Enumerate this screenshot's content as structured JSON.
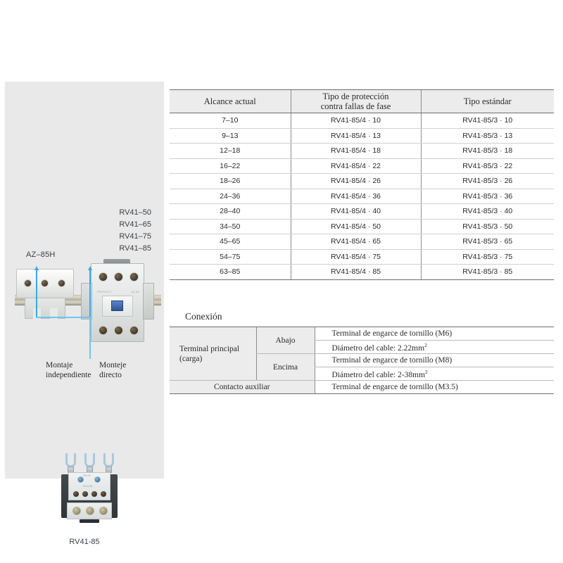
{
  "photo_panel": {
    "labels": {
      "contactor_model": "AZ–85H",
      "relay_models": [
        "RV41–50",
        "RV41–65",
        "RV41–75",
        "RV41–85"
      ],
      "bottom_caption": "RV41-85"
    },
    "annotations": {
      "independent_mount_line1": "Montaje",
      "independent_mount_line2": "independiente",
      "direct_mount_line1": "Monteje",
      "direct_mount_line2": "directo",
      "callout_color": "#3aa9e8"
    },
    "background_color": "#e9e9e9"
  },
  "spec_table": {
    "headers": [
      "Alcance actual",
      "Tipo de protección\ncontra fallas de fase",
      "Tipo estándar"
    ],
    "header_lines": {
      "col2_line1": "Tipo de protección",
      "col2_line2": "contra fallas de fase"
    },
    "rows": [
      {
        "range": "7–10",
        "phase_fault": "RV41-85/4 · 10",
        "standard": "RV41-85/3 · 10"
      },
      {
        "range": "9–13",
        "phase_fault": "RV41-85/4 · 13",
        "standard": "RV41-85/3 · 13"
      },
      {
        "range": "12–18",
        "phase_fault": "RV41-85/4 · 18",
        "standard": "RV41-85/3 · 18"
      },
      {
        "range": "16–22",
        "phase_fault": "RV41-85/4 · 22",
        "standard": "RV41-85/3 · 22"
      },
      {
        "range": "18–26",
        "phase_fault": "RV41-85/4 · 26",
        "standard": "RV41-85/3 · 26"
      },
      {
        "range": "24–36",
        "phase_fault": "RV41-85/4 · 36",
        "standard": "RV41-85/3 · 36"
      },
      {
        "range": "28–40",
        "phase_fault": "RV41-85/4 · 40",
        "standard": "RV41-85/3 · 40"
      },
      {
        "range": "34–50",
        "phase_fault": "RV41-85/4 · 50",
        "standard": "RV41-85/3 · 50"
      },
      {
        "range": "45–65",
        "phase_fault": "RV41-85/4 · 65",
        "standard": "RV41-85/3 · 65"
      },
      {
        "range": "54–75",
        "phase_fault": "RV41-85/4 · 75",
        "standard": "RV41-85/3 · 75"
      },
      {
        "range": "63–85",
        "phase_fault": "RV41-85/4 · 85",
        "standard": "RV41-85/3 · 85"
      }
    ]
  },
  "connection_section": {
    "title": "Conexión",
    "main_terminal_label_line1": "Terminal principal",
    "main_terminal_label_line2": "(carga)",
    "position_below": "Abajo",
    "position_above": "Encima",
    "below_terminal": "Terminal de engarce de tornillo (M6)",
    "below_cable_prefix": "Diámetro del cable: 2.22mm",
    "below_cable_sup": "2",
    "above_terminal": "Terminal de engarce de tornillo (M8)",
    "above_cable_prefix": "Diámetro del cable: 2-38mm",
    "above_cable_sup": "2",
    "aux_contact_label": "Contacto auxiliar",
    "aux_contact_value": "Terminal de engarce de tornillo (M3.5)"
  }
}
